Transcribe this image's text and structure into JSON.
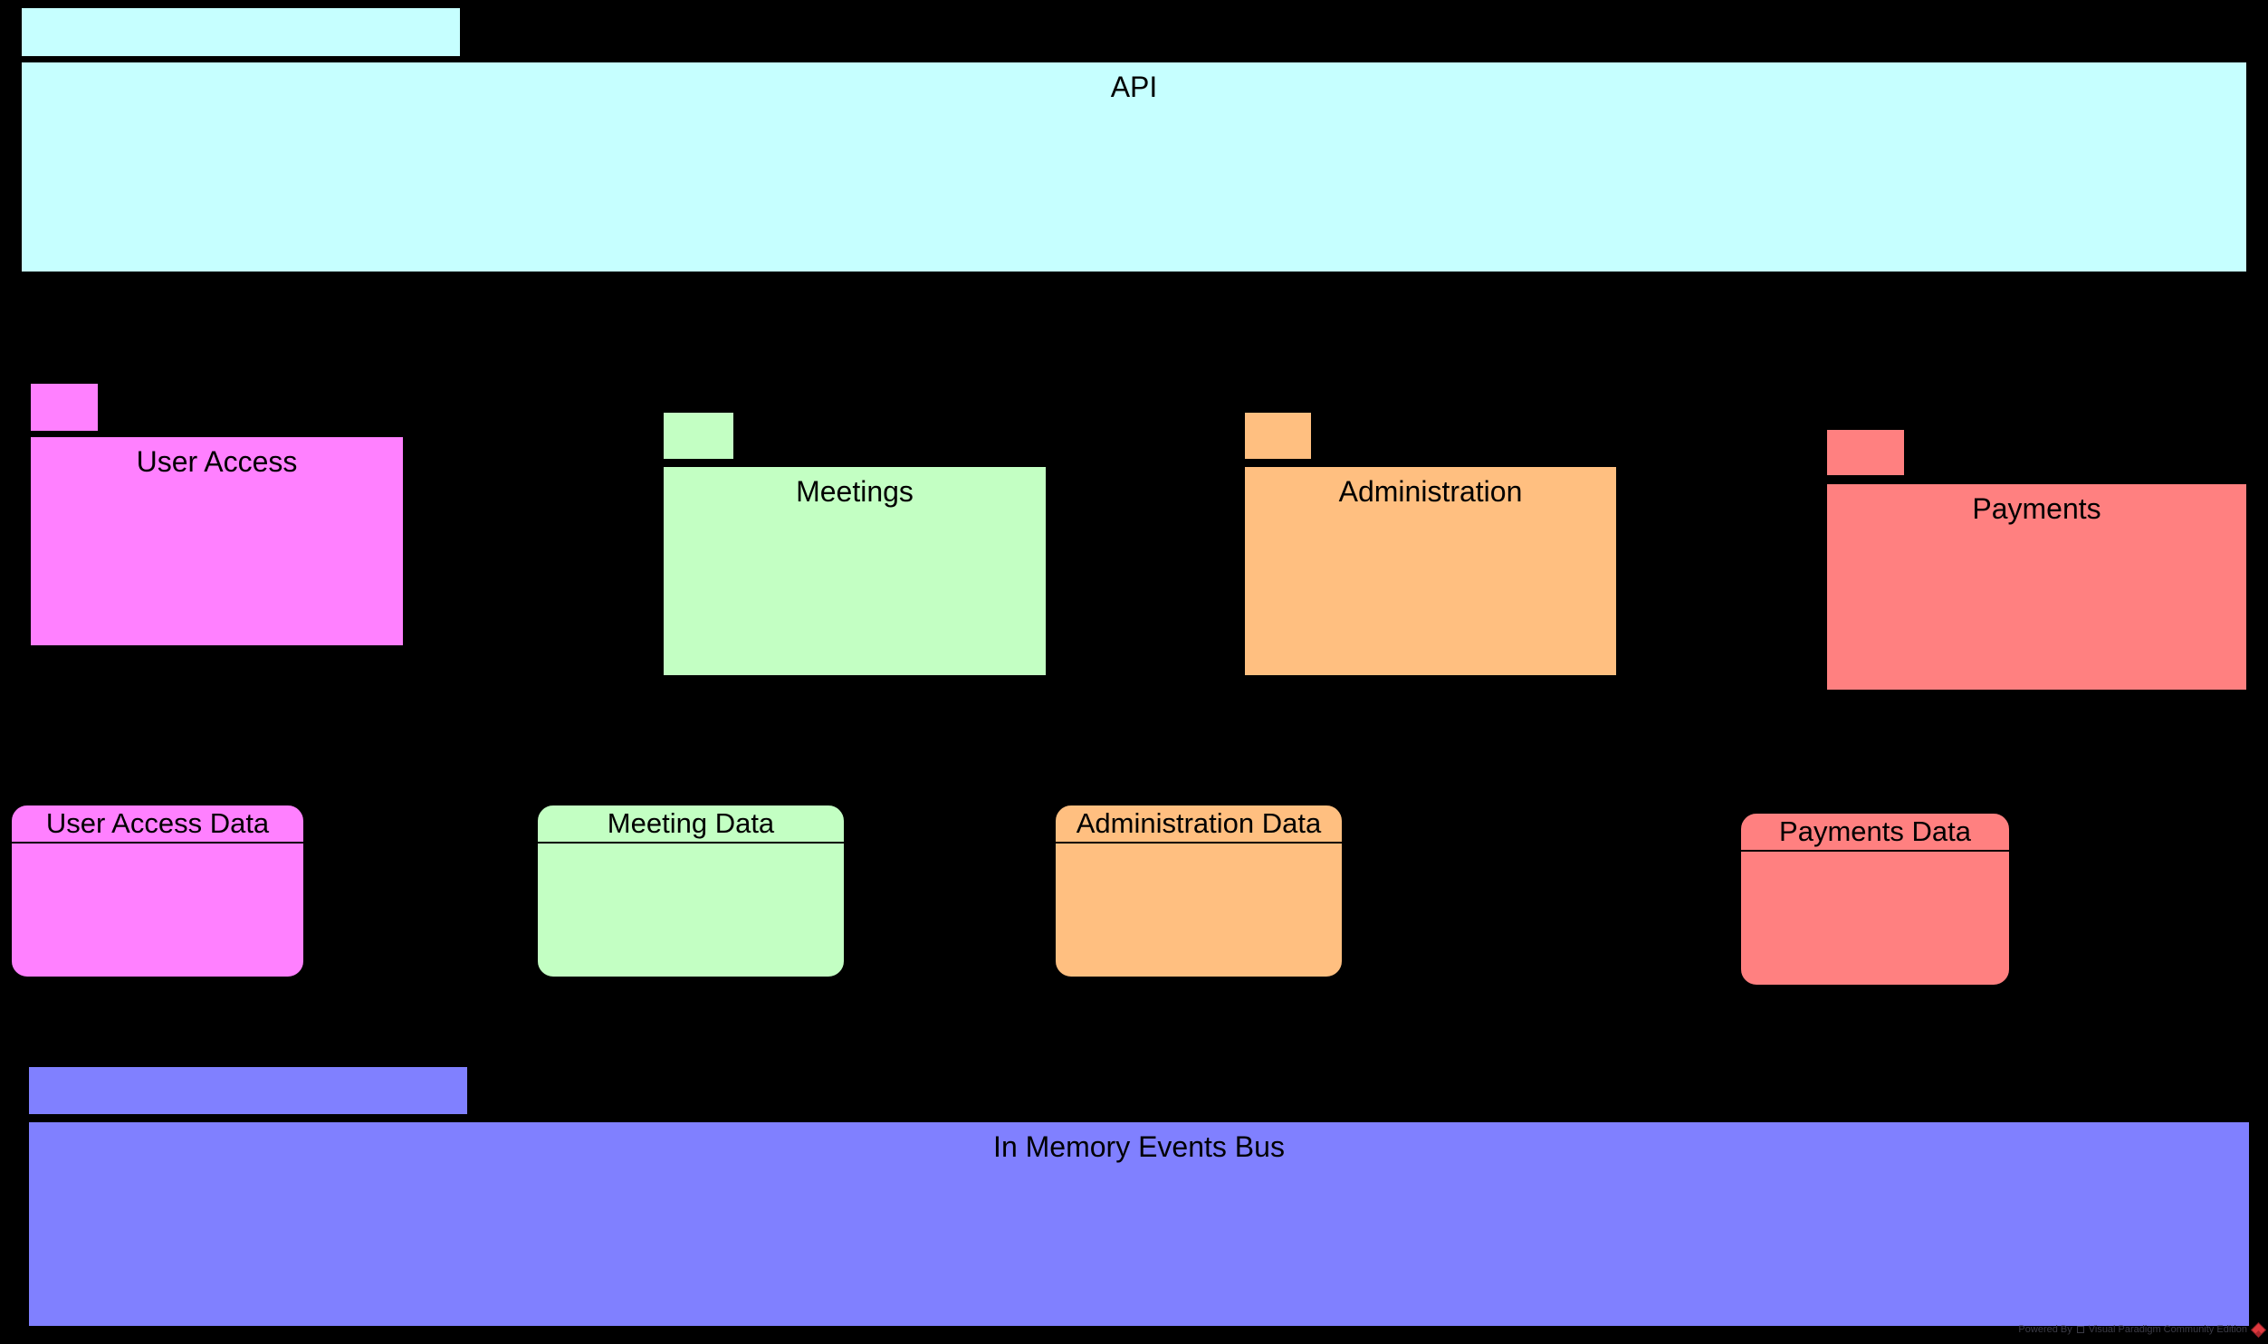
{
  "diagram": {
    "background_color": "#000000",
    "packages": {
      "api": {
        "label": "API",
        "color": "#c6ffff"
      },
      "user_access": {
        "label": "User Access",
        "color": "#ff80ff"
      },
      "meetings": {
        "label": "Meetings",
        "color": "#c3ffc3"
      },
      "administration": {
        "label": "Administration",
        "color": "#ffbf80"
      },
      "payments": {
        "label": "Payments",
        "color": "#ff8080"
      },
      "events_bus": {
        "label": "In Memory Events Bus",
        "color": "#8080ff"
      }
    },
    "data_stores": {
      "user_access_data": {
        "label": "User Access Data",
        "color": "#ff80ff"
      },
      "meeting_data": {
        "label": "Meeting Data",
        "color": "#c3ffc3"
      },
      "administration_data": {
        "label": "Administration Data",
        "color": "#ffbf80"
      },
      "payments_data": {
        "label": "Payments Data",
        "color": "#ff8080"
      }
    },
    "watermark": {
      "prefix": "Powered By",
      "suffix": "Visual Paradigm Community Edition",
      "text_color": "#3b3b46",
      "logo_color": "#e0393e"
    }
  }
}
